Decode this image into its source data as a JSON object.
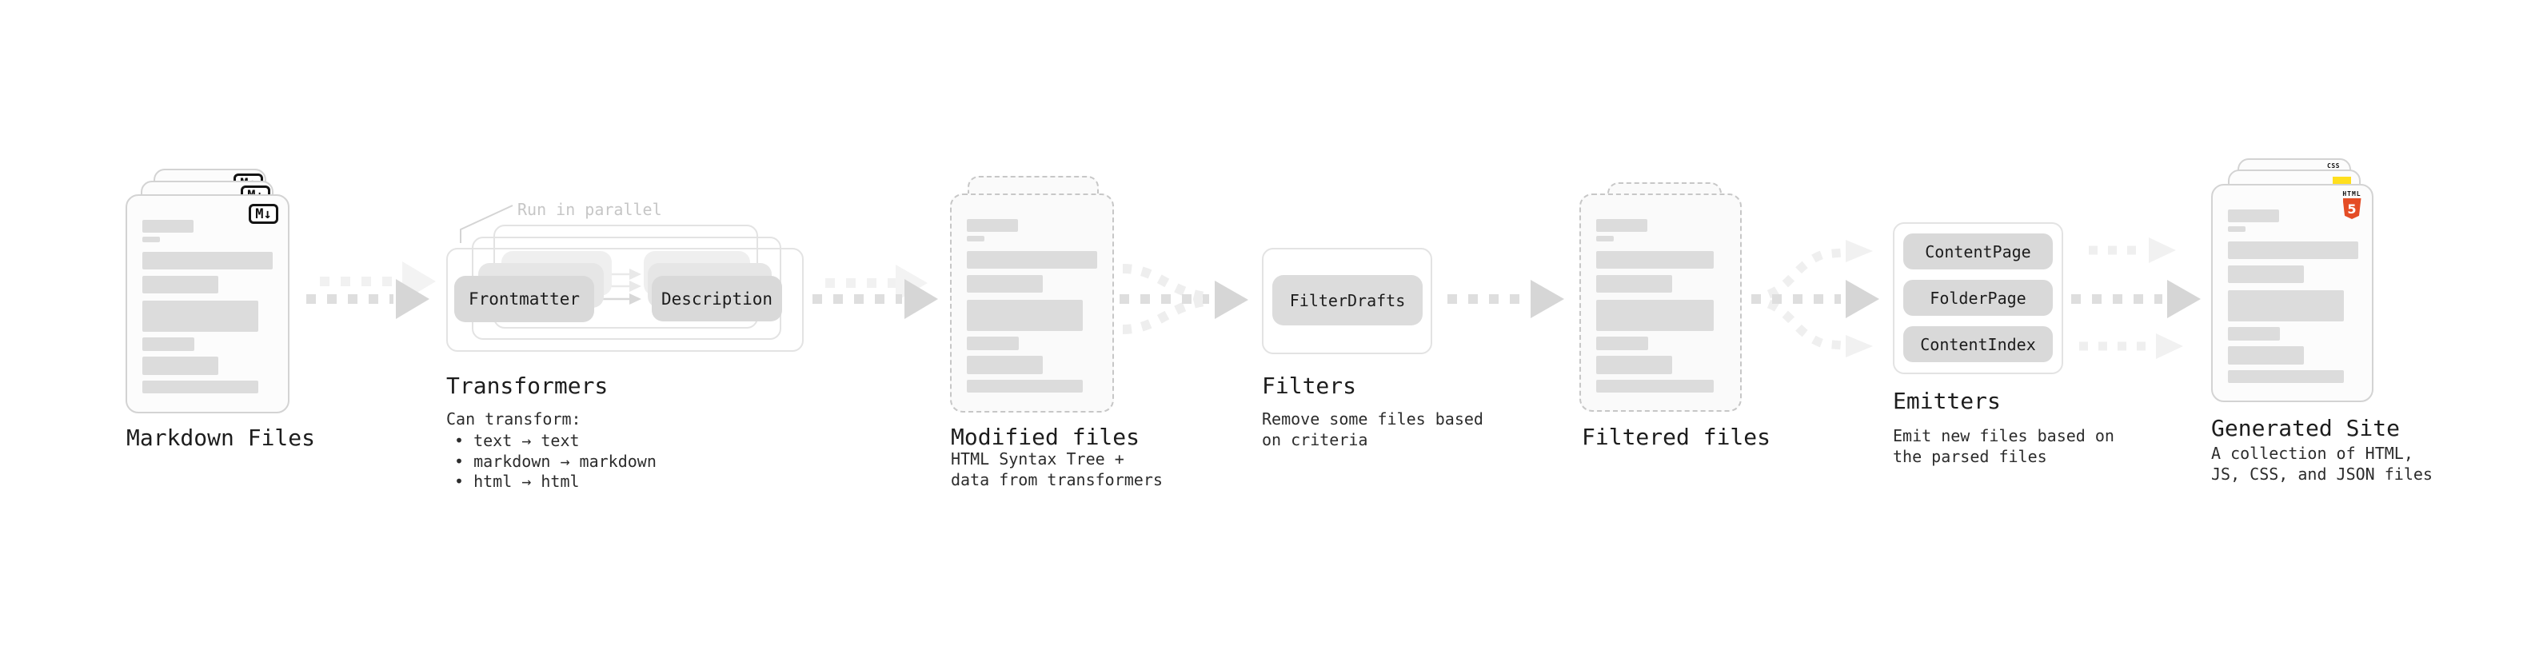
{
  "diagram": {
    "stages": {
      "markdown_files": {
        "label": "Markdown Files",
        "badge": "M↓"
      },
      "transformers": {
        "label": "Transformers",
        "note": "Run in parallel",
        "nodes": {
          "frontmatter": "Frontmatter",
          "description": "Description"
        },
        "can_transform": "Can transform:",
        "bullets": [
          "• text → text",
          "• markdown → markdown",
          "• html → html"
        ]
      },
      "modified_files": {
        "label": "Modified files",
        "description": "HTML Syntax Tree +\ndata from transformers"
      },
      "filters": {
        "label": "Filters",
        "nodes": {
          "filter_drafts": "FilterDrafts"
        },
        "description": "Remove some files based\non criteria"
      },
      "filtered_files": {
        "label": "Filtered files"
      },
      "emitters": {
        "label": "Emitters",
        "nodes": {
          "content_page": "ContentPage",
          "folder_page": "FolderPage",
          "content_index": "ContentIndex"
        },
        "description": "Emit new files based on\nthe parsed files"
      },
      "generated_site": {
        "label": "Generated Site",
        "description": "A collection of HTML,\nJS, CSS, and JSON files",
        "badges": {
          "html_text": "HTML",
          "html_number": "5",
          "css_text": "CSS"
        }
      }
    },
    "colors": {
      "html5_orange": "#e44d26",
      "js_yellow": "#ffdf1e",
      "css_blue": "#2965f1"
    }
  }
}
